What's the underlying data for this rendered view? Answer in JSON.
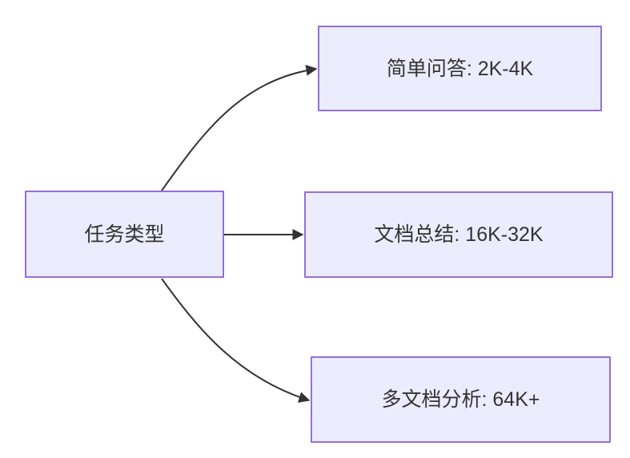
{
  "diagram": {
    "type": "flowchart-left-to-right",
    "root": {
      "label": "任务类型"
    },
    "children": [
      {
        "label": "简单问答: 2K-4K"
      },
      {
        "label": "文档总结: 16K-32K"
      },
      {
        "label": "多文档分析: 64K+"
      }
    ],
    "colors": {
      "node_fill": "#ECECFF",
      "node_border": "#9370DB",
      "edge": "#333333",
      "text": "#333333",
      "background": "#FFFFFF"
    }
  }
}
